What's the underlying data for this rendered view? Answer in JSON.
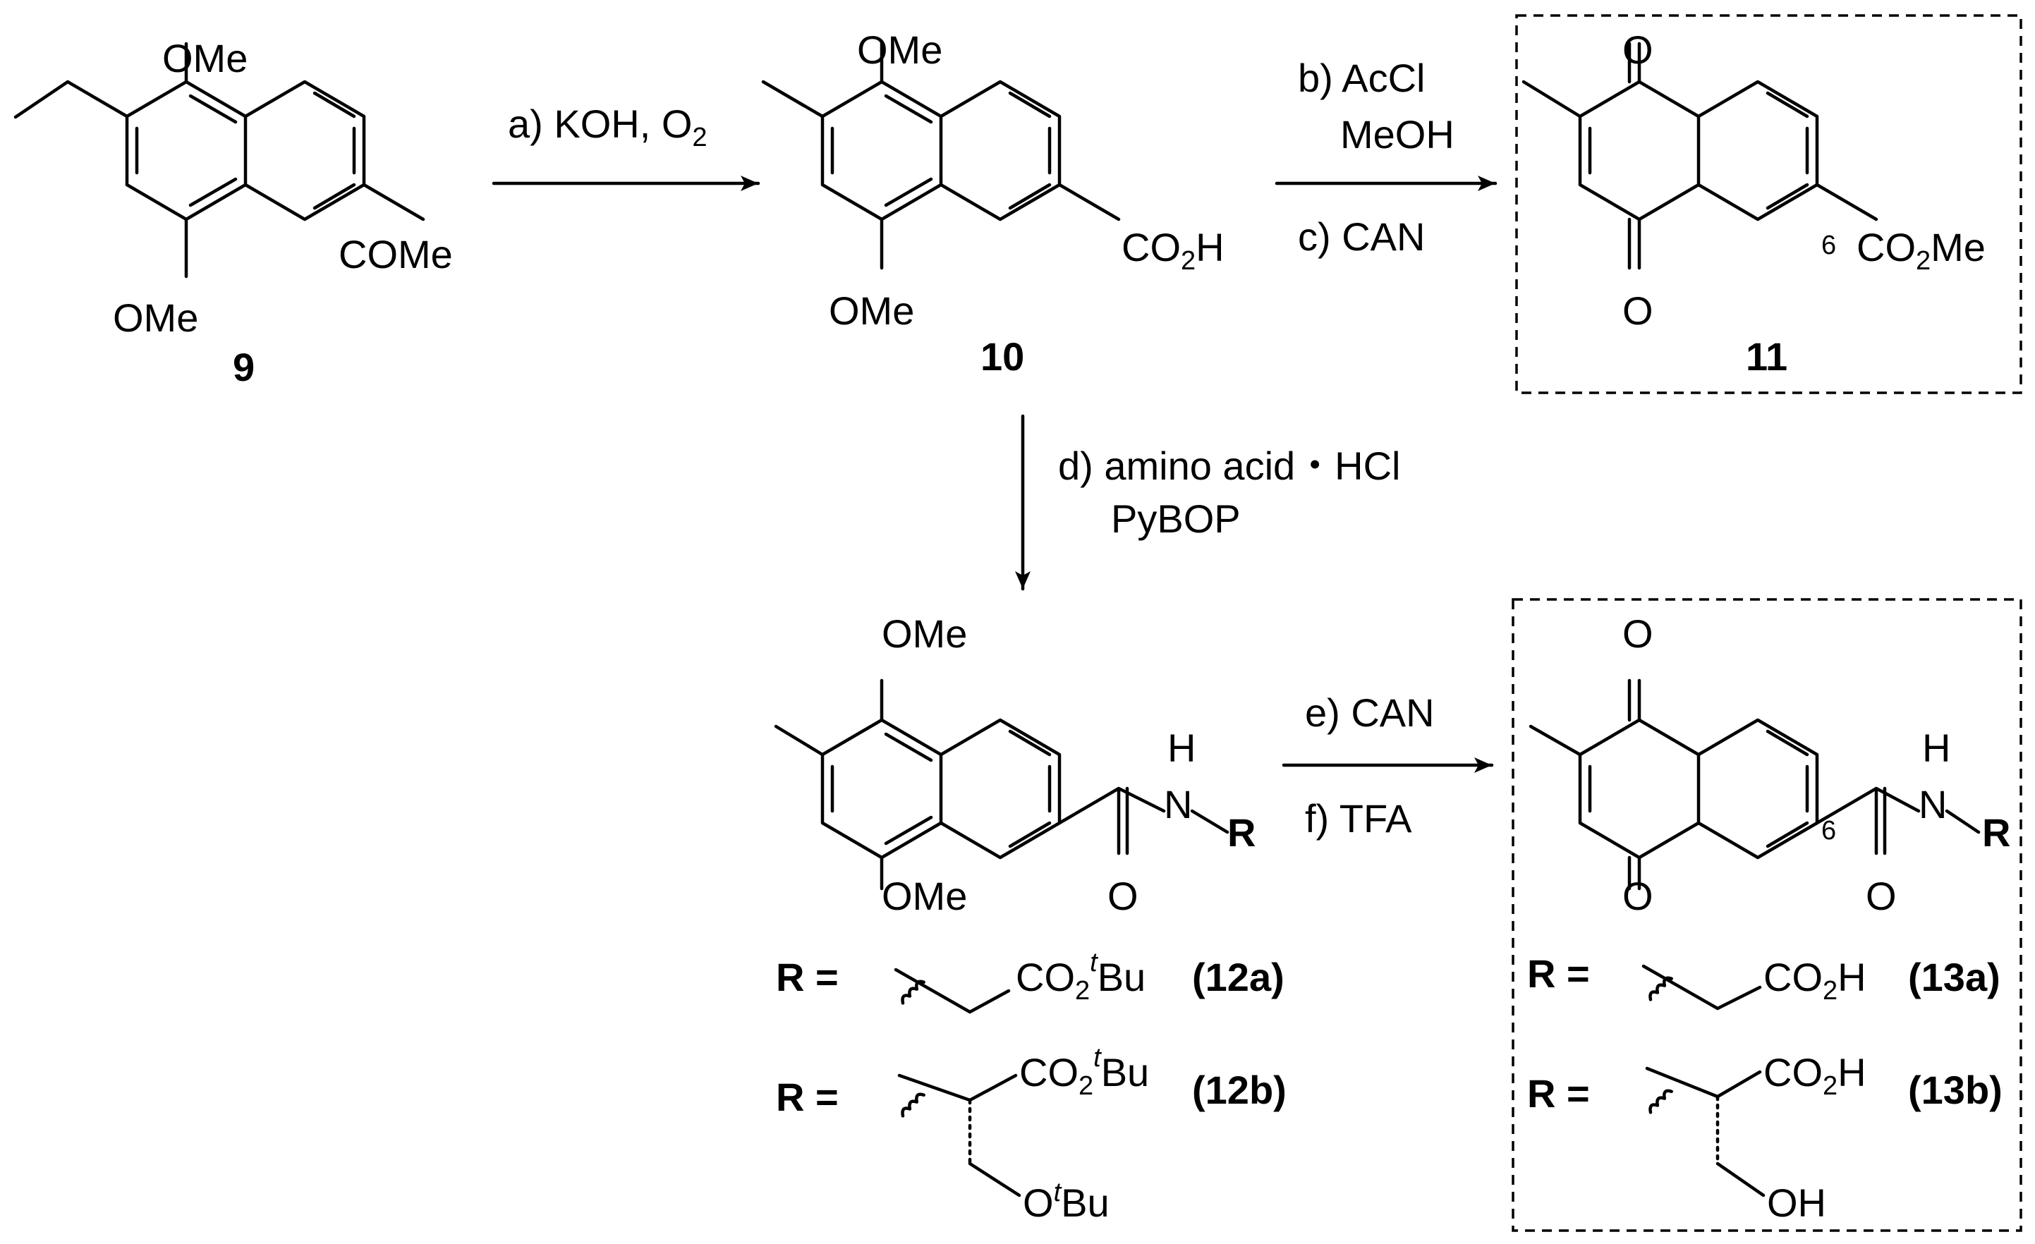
{
  "scheme": {
    "compounds": {
      "c9": {
        "id": "9",
        "ome_top": "OMe",
        "ome_bottom": "OMe",
        "sub": "COMe"
      },
      "c10": {
        "id": "10",
        "ome_top": "OMe",
        "ome_bottom": "OMe",
        "acid_a": "CO",
        "acid_2": "2",
        "acid_b": "H"
      },
      "c11": {
        "id": "11",
        "o_top": "O",
        "o_bottom": "O",
        "pos": "6",
        "est_a": "CO",
        "est_2": "2",
        "est_b": "Me"
      },
      "c12": {
        "ome_top": "OMe",
        "ome_bottom": "OMe",
        "nh": "H",
        "n": "N",
        "o": "O",
        "r": "R"
      },
      "c13": {
        "o_top": "O",
        "o_bottom": "O",
        "pos": "6",
        "nh": "H",
        "n": "N",
        "o": "O",
        "r": "R"
      }
    },
    "reagents": {
      "a_text": "a) KOH, O",
      "a_sub": "2",
      "b_line1": "b) AcCl",
      "b_line2": "MeOH",
      "c": "c) CAN",
      "d_line1": "d) amino acid・HCl",
      "d_line2": "PyBOP",
      "e": "e) CAN",
      "f": "f) TFA"
    },
    "r_groups": {
      "r_label": "R =",
      "r12a": {
        "a": "CO",
        "sub": "2",
        "sup": "t",
        "b": "Bu",
        "id": "(12a)"
      },
      "r12b": {
        "a": "CO",
        "sub": "2",
        "sup": "t",
        "b": "Bu",
        "ether_a": "O",
        "ether_sup": "t",
        "ether_b": "Bu",
        "id": "(12b)"
      },
      "r13a": {
        "a": "CO",
        "sub": "2",
        "b": "H",
        "id": "(13a)"
      },
      "r13b": {
        "a": "CO",
        "sub": "2",
        "b": "H",
        "oh": "OH",
        "id": "(13b)"
      }
    }
  }
}
